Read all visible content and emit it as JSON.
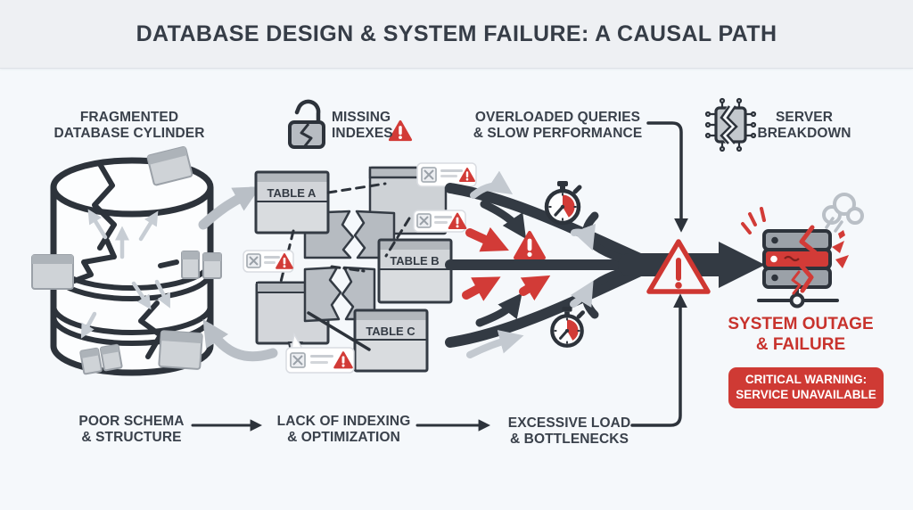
{
  "title": "DATABASE DESIGN & SYSTEM FAILURE: A CAUSAL PATH",
  "top_labels": {
    "fragmented_db": {
      "line1": "FRAGMENTED",
      "line2": "DATABASE CYLINDER"
    },
    "missing_indexes": {
      "line1": "MISSING",
      "line2": "INDEXES"
    },
    "overloaded_queries": {
      "line1": "OVERLOADED QUERIES",
      "line2": "& SLOW PERFORMANCE"
    },
    "server_breakdown": {
      "line1": "SERVER",
      "line2": "BREAKDOWN"
    }
  },
  "tables": {
    "table_a": "TABLE A",
    "table_b": "TABLE B",
    "table_c": "TABLE C"
  },
  "outcome": {
    "line1": "SYSTEM OUTAGE",
    "line2": "& FAILURE",
    "badge": {
      "line1": "CRITICAL WARNING:",
      "line2": "SERVICE UNAVAILABLE"
    }
  },
  "causal_chain": [
    {
      "line1": "POOR SCHEMA",
      "line2": "& STRUCTURE"
    },
    {
      "line1": "LACK OF INDEXING",
      "line2": "& OPTIMIZATION"
    },
    {
      "line1": "EXCESSIVE LOAD",
      "line2": "& BOTTLENECKS"
    }
  ],
  "icons": {
    "broken_padlock": "broken-open-padlock",
    "warning_triangle": "red-warning-triangle",
    "broken_chip": "cracked-cpu-chip",
    "stopwatch": "stopwatch-with-red-dial",
    "broken_server": "cracked-server-stack",
    "smoke_cloud": "smoke-cloud",
    "database_cylinder": "fragmented-database-cylinder"
  },
  "colors": {
    "background": "#f5f8fb",
    "header_background": "#eef0f3",
    "charcoal": "#343b44",
    "alert_red": "#d23b37",
    "gray_fill": "#ccd0d5",
    "light_arrow": "#c3c9d0"
  }
}
